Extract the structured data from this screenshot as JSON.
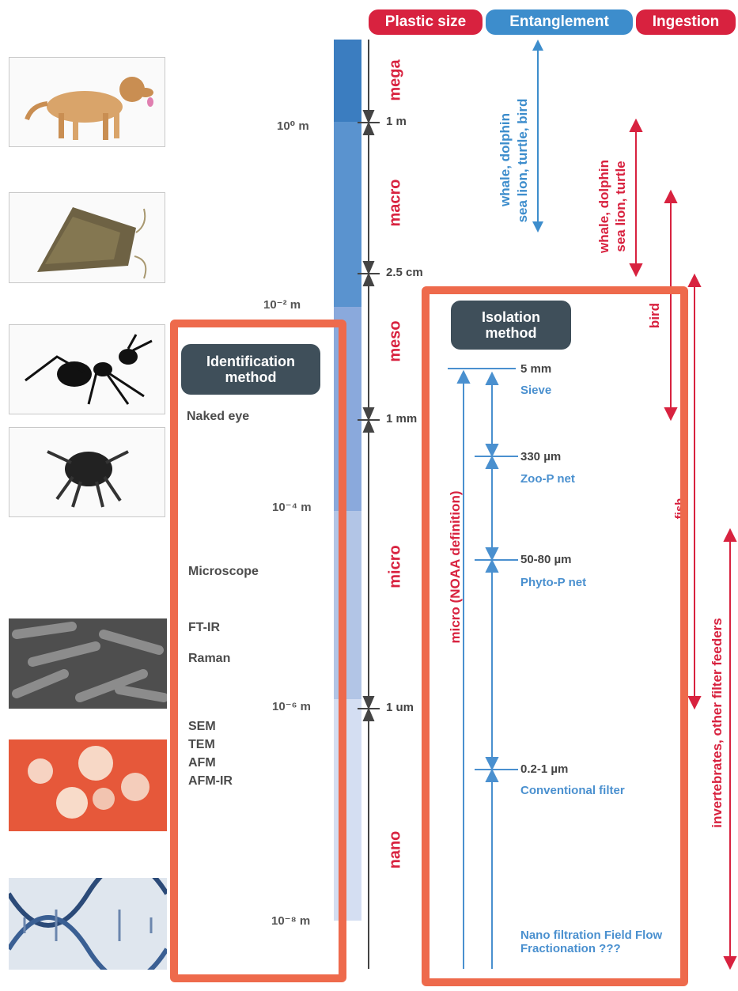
{
  "headers": {
    "plastic_size": "Plastic size",
    "entanglement": "Entanglement",
    "ingestion": "Ingestion"
  },
  "scale_labels": {
    "l0": "10⁰ m",
    "l2": "10⁻² m",
    "l4": "10⁻⁴ m",
    "l6": "10⁻⁶ m",
    "l8": "10⁻⁸ m"
  },
  "categories": {
    "mega": "mega",
    "macro": "macro",
    "meso": "meso",
    "micro": "micro",
    "nano": "nano"
  },
  "boundaries": {
    "b1": "1 m",
    "b2": "2.5 cm",
    "b3": "1 mm",
    "b4": "1 um"
  },
  "entanglement_organisms": {
    "line1": "whale, dolphin",
    "line2": "sea lion, turtle, bird"
  },
  "ingestion_organisms": {
    "a1": "whale, dolphin",
    "a2": "sea lion, turtle",
    "bird": "bird",
    "fish": "fish",
    "inverts": "invertebrates, other filter feeders"
  },
  "identification": {
    "title": "Identification method",
    "items": [
      "Naked eye",
      "Microscope",
      "FT-IR",
      "Raman",
      "SEM",
      "TEM",
      "AFM",
      "AFM-IR"
    ]
  },
  "isolation": {
    "title": "Isolation method",
    "noaa": "micro (NOAA definition)",
    "levels": [
      {
        "size": "5 mm",
        "method": "Sieve"
      },
      {
        "size": "330 µm",
        "method": "Zoo-P net"
      },
      {
        "size": "50-80 µm",
        "method": "Phyto-P net"
      },
      {
        "size": "0.2-1 µm",
        "method": "Conventional filter"
      }
    ],
    "nano_methods": "Nano filtration Field Flow Fractionation ???"
  },
  "colors": {
    "red": "#d8223f",
    "blue": "#3d8dcc",
    "orange_box": "#ee6a4c",
    "badge": "#3f4f5a"
  },
  "images": [
    "dog",
    "moth",
    "ant",
    "mite",
    "bacteria",
    "virus",
    "dna"
  ]
}
